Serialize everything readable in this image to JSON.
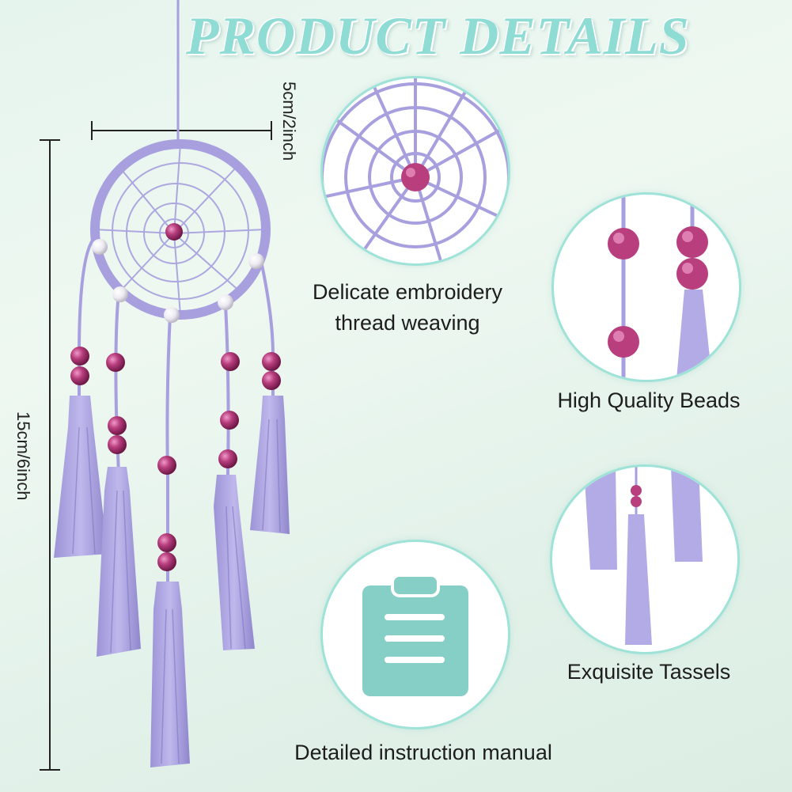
{
  "title": "PRODUCT DETAILS",
  "dimensions": {
    "width_label": "5cm/2inch",
    "height_label": "15cm/6inch"
  },
  "features": [
    {
      "caption_line1": "Delicate embroidery",
      "caption_line2": "thread weaving",
      "icon": "weave-closeup"
    },
    {
      "caption": "High Quality Beads",
      "icon": "beads-closeup"
    },
    {
      "caption": "Exquisite Tassels",
      "icon": "tassels-closeup"
    },
    {
      "caption": "Detailed instruction manual",
      "icon": "clipboard-icon"
    }
  ],
  "colors": {
    "accent": "#8fdcd5",
    "thread": "#a79fde",
    "bead": "#b83e7e",
    "pearl": "#f4f2f5"
  }
}
